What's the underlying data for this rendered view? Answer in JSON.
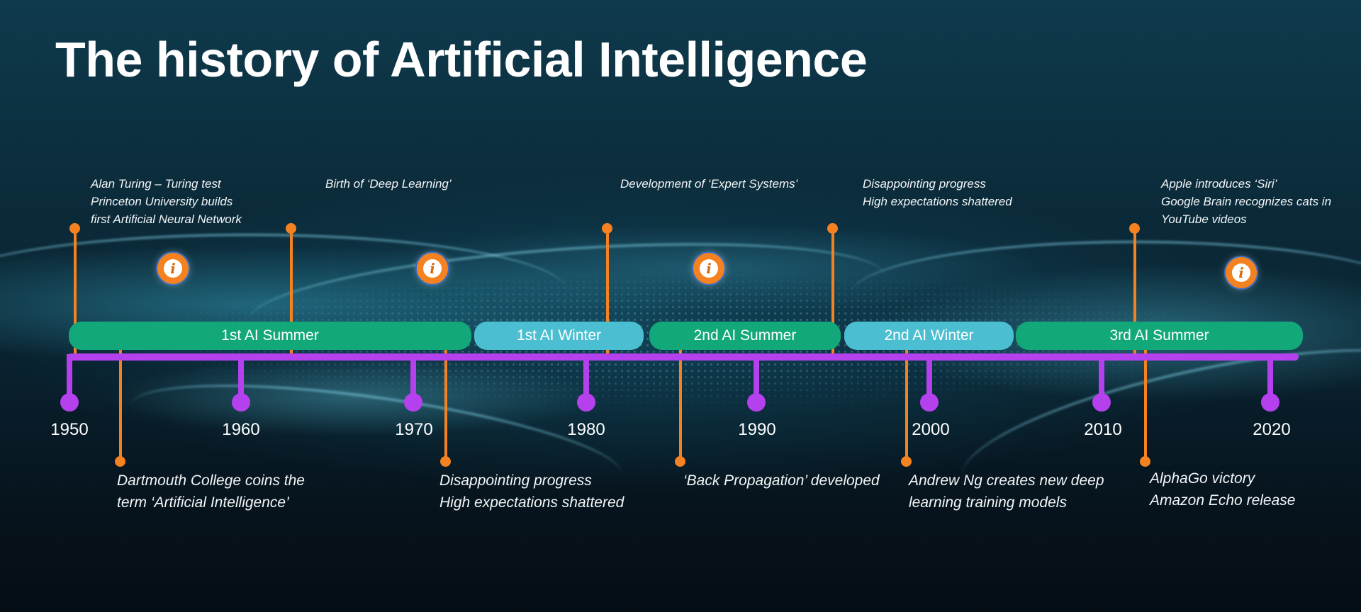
{
  "title": "The history of Artificial Intelligence",
  "colors": {
    "summer": "#13a87a",
    "winter": "#4bbfd1",
    "axis": "#b540ee",
    "event_marker": "#f58220",
    "info_icon": "#f58220"
  },
  "periods": [
    {
      "label": "1st AI Summer",
      "type": "summer"
    },
    {
      "label": "1st AI Winter",
      "type": "winter"
    },
    {
      "label": "2nd AI Summer",
      "type": "summer"
    },
    {
      "label": "2nd AI Winter",
      "type": "winter"
    },
    {
      "label": "3rd AI Summer",
      "type": "summer"
    }
  ],
  "years": [
    "1950",
    "1960",
    "1970",
    "1980",
    "1990",
    "2000",
    "2010",
    "2020"
  ],
  "events_top": [
    {
      "text": "Alan Turing – Turing test\nPrinceton University builds\nfirst Artificial Neural Network"
    },
    {
      "text": "Birth of ‘Deep Learning’"
    },
    {
      "text": "Development of ‘Expert Systems’"
    },
    {
      "text": "Disappointing progress\nHigh expectations shattered"
    },
    {
      "text": "Apple introduces ‘Siri’\nGoogle Brain recognizes cats in\nYouTube videos"
    }
  ],
  "events_bottom": [
    {
      "text": "Dartmouth College coins the\nterm ‘Artificial Intelligence’"
    },
    {
      "text": "Disappointing progress\nHigh expectations shattered"
    },
    {
      "text": "‘Back Propagation’ developed"
    },
    {
      "text": "Andrew Ng creates new deep\nlearning  training models"
    },
    {
      "text": "AlphaGo victory\nAmazon Echo release"
    }
  ],
  "info_icons": [
    {
      "glyph": "i"
    },
    {
      "glyph": "i"
    },
    {
      "glyph": "i"
    },
    {
      "glyph": "i"
    }
  ]
}
